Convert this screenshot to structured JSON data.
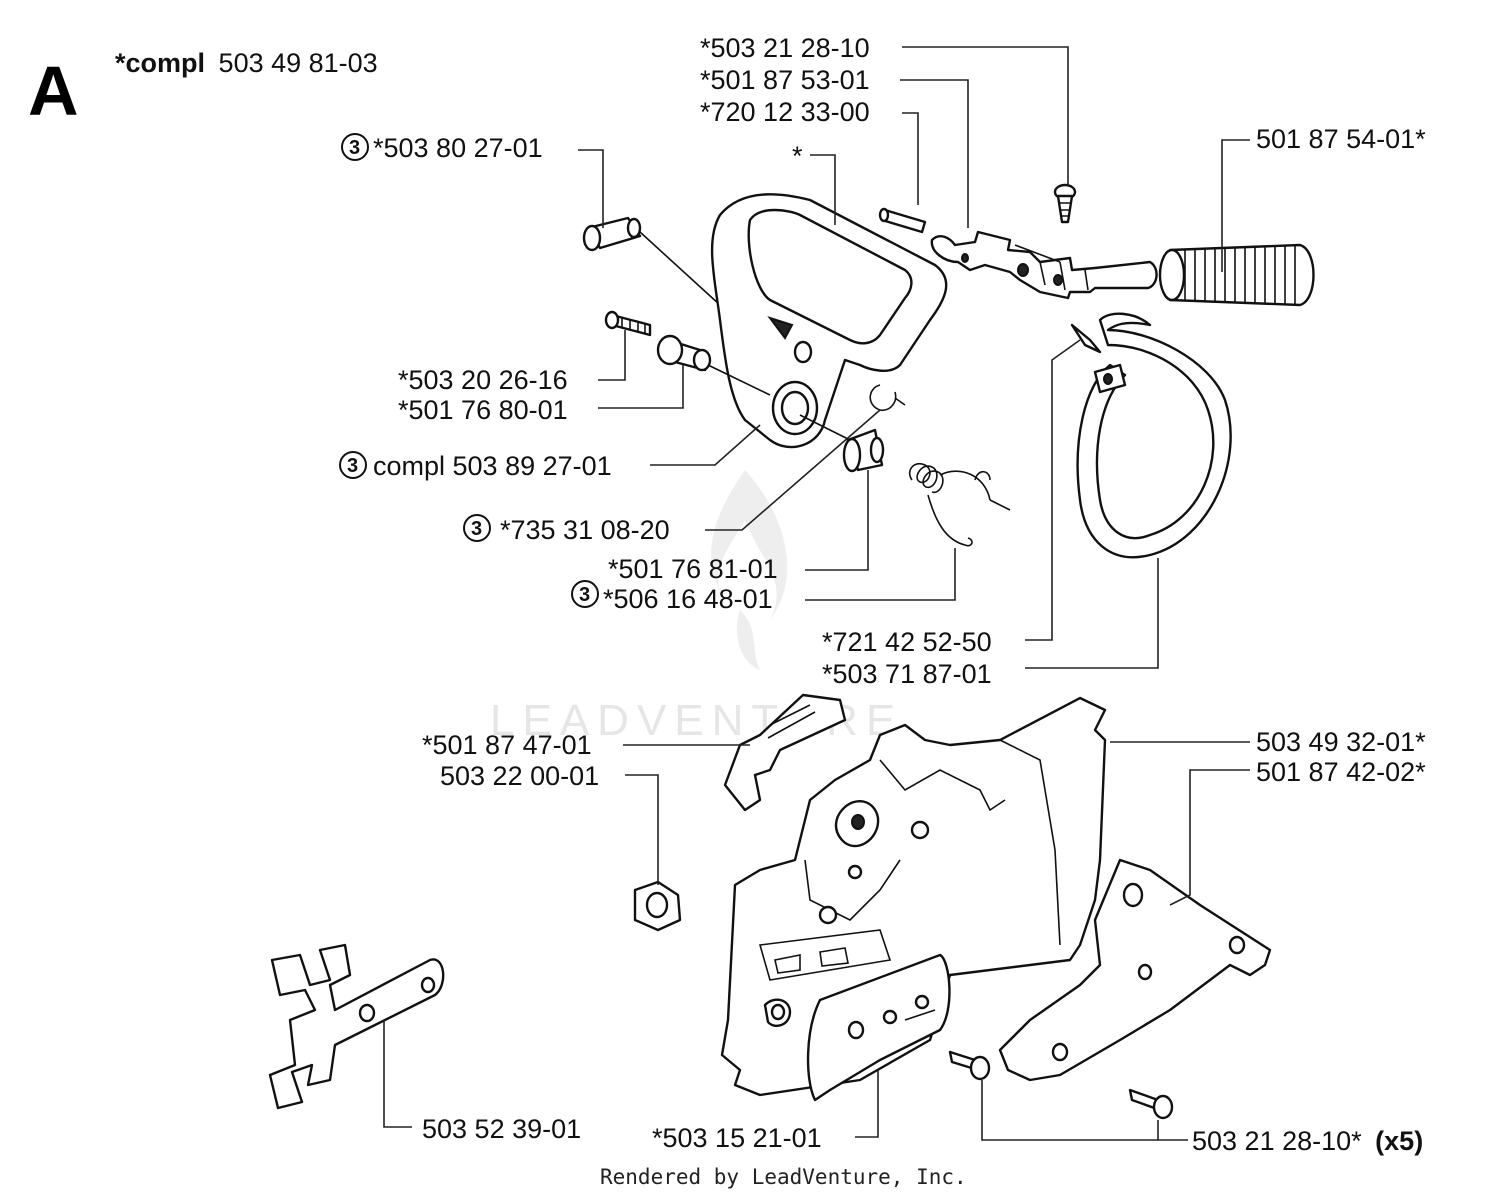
{
  "section_letter": "A",
  "assembly": {
    "prefix": "*compl",
    "number": "503 49 81-03"
  },
  "callout_marker": "3",
  "labels": [
    {
      "id": "p50321281",
      "text": "*503 21 28-10"
    },
    {
      "id": "p50187531",
      "text": "*501 87 53-01"
    },
    {
      "id": "p72012330",
      "text": "*720 12 33-00"
    },
    {
      "id": "p50380271",
      "text": "*503 80 27-01",
      "marker": true
    },
    {
      "id": "star",
      "text": "*"
    },
    {
      "id": "p50187541",
      "text": "501 87 54-01*"
    },
    {
      "id": "p50320261",
      "text": "*503 20 26-16"
    },
    {
      "id": "p50176801",
      "text": "*501 76 80-01"
    },
    {
      "id": "p50389271",
      "text": "compl 503 89 27-01",
      "marker": true
    },
    {
      "id": "p73531082",
      "text": "*735 31 08-20",
      "marker": true
    },
    {
      "id": "p50176811",
      "text": "*501 76 81-01"
    },
    {
      "id": "p50616481",
      "text": "*506 16 48-01",
      "marker": true
    },
    {
      "id": "p72142525",
      "text": "*721 42 52-50"
    },
    {
      "id": "p50371871",
      "text": "*503 71 87-01"
    },
    {
      "id": "p50187471",
      "text": "*501 87 47-01"
    },
    {
      "id": "p50322001",
      "text": "503 22 00-01"
    },
    {
      "id": "p50349321",
      "text": "503 49 32-01*"
    },
    {
      "id": "p50187422",
      "text": "501 87 42-02*"
    },
    {
      "id": "p50352391",
      "text": "503 52 39-01"
    },
    {
      "id": "p50315211",
      "text": "*503 15 21-01"
    },
    {
      "id": "p50321282",
      "text": "503 21 28-10*",
      "suffix": "(x5)"
    }
  ],
  "watermark": "LEADVENTURE",
  "footer": "Rendered by LeadVenture, Inc."
}
